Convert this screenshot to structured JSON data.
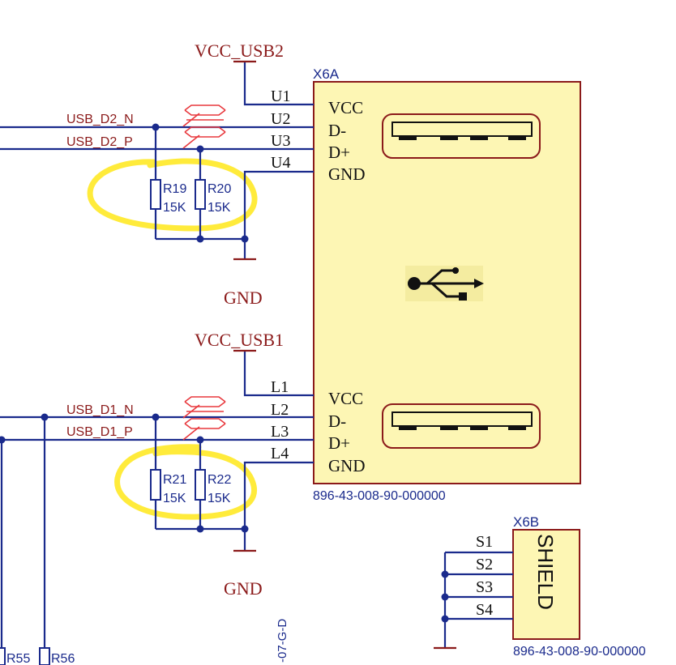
{
  "colors": {
    "wire": "#1a2a8c",
    "part": "#8b1a1a",
    "body_fill": "#fdf6b4",
    "net_label": "#8b1a1a",
    "pin_text": "#111111",
    "highlight": "#ffeb3b",
    "diffpair": "#e8383d"
  },
  "connector_a": {
    "designator": "X6A",
    "part_number": "896-43-008-90-000000",
    "icon": "usb-symbol-icon",
    "top_pins": [
      {
        "pin": "U1",
        "name": "VCC"
      },
      {
        "pin": "U2",
        "name": "D-"
      },
      {
        "pin": "U3",
        "name": "D+"
      },
      {
        "pin": "U4",
        "name": "GND"
      }
    ],
    "bottom_pins": [
      {
        "pin": "L1",
        "name": "VCC"
      },
      {
        "pin": "L2",
        "name": "D-"
      },
      {
        "pin": "L3",
        "name": "D+"
      },
      {
        "pin": "L4",
        "name": "GND"
      }
    ]
  },
  "connector_b": {
    "designator": "X6B",
    "part_number": "896-43-008-90-000000",
    "body_label": "SHIELD",
    "pins": [
      "S1",
      "S2",
      "S3",
      "S4"
    ]
  },
  "power": {
    "vcc_top": "VCC_USB2",
    "vcc_bottom": "VCC_USB1",
    "gnd_top": "GND",
    "gnd_bottom": "GND"
  },
  "nets": {
    "top_n": "USB_D2_N",
    "top_p": "USB_D2_P",
    "bottom_n": "USB_D1_N",
    "bottom_p": "USB_D1_P"
  },
  "resistors": {
    "r19": {
      "ref": "R19",
      "value": "15K"
    },
    "r20": {
      "ref": "R20",
      "value": "15K"
    },
    "r21": {
      "ref": "R21",
      "value": "15K"
    },
    "r22": {
      "ref": "R22",
      "value": "15K"
    },
    "r55": {
      "ref": "R55"
    },
    "r56": {
      "ref": "R56"
    }
  },
  "sheet_ref": "-07-G-D"
}
